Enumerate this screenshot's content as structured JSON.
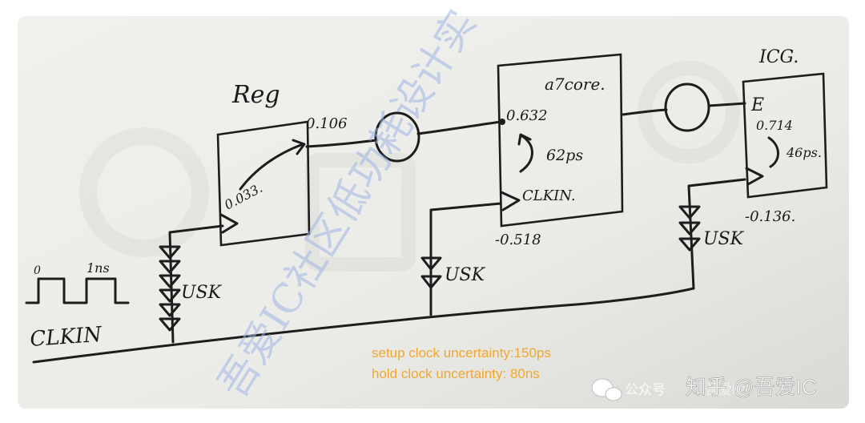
{
  "labels": {
    "reg_title": "Reg",
    "reg_delay": "0.106",
    "reg_arc": "0.033.",
    "core_title": "a7core.",
    "core_in_delay": "0.632",
    "core_arc": "62ps",
    "core_clk": "CLKIN.",
    "core_latency": "-0.518",
    "icg_title": "ICG.",
    "icg_enable": "E",
    "icg_in_delay": "0.714",
    "icg_arc": "46ps.",
    "icg_latency": "-0.136.",
    "waveform_start": "0",
    "waveform_period": "1ns",
    "clock_net": "CLKIN",
    "buffer_chain_1": "USK",
    "buffer_chain_2": "USK",
    "buffer_chain_3": "USK"
  },
  "notes": {
    "setup": "setup clock uncertainty:150ps",
    "hold": "hold  clock uncertainty: 80ns"
  },
  "watermark": {
    "diagonal_text": "吾爱IC社区低功耗设计实",
    "account_prefix": "公众号",
    "account_name": "吾爱IC",
    "credit": "知乎 @吾爱IC"
  },
  "colors": {
    "paper": "#eeeeea",
    "ink": "#1d1d1d",
    "note": "#f0a830",
    "watermark": "#9fb6e6"
  }
}
